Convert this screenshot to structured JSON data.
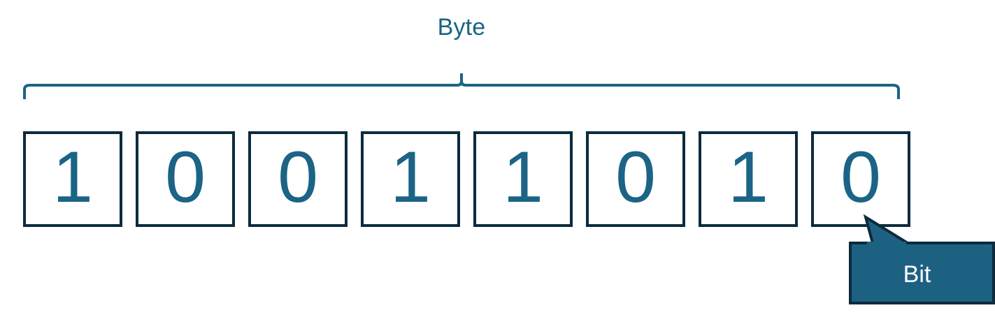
{
  "diagram": {
    "title": "Byte",
    "bits": [
      {
        "value": "1"
      },
      {
        "value": "0"
      },
      {
        "value": "0"
      },
      {
        "value": "1"
      },
      {
        "value": "1"
      },
      {
        "value": "0"
      },
      {
        "value": "1"
      },
      {
        "value": "0"
      }
    ],
    "callout": {
      "label": "Bit",
      "points_to_bit_index": 7
    },
    "colors": {
      "accent_teal": "#1b6485",
      "border_navy": "#0c2b3d",
      "callout_fill": "#1d6182",
      "callout_text": "#ffffff",
      "background": "#ffffff"
    }
  }
}
